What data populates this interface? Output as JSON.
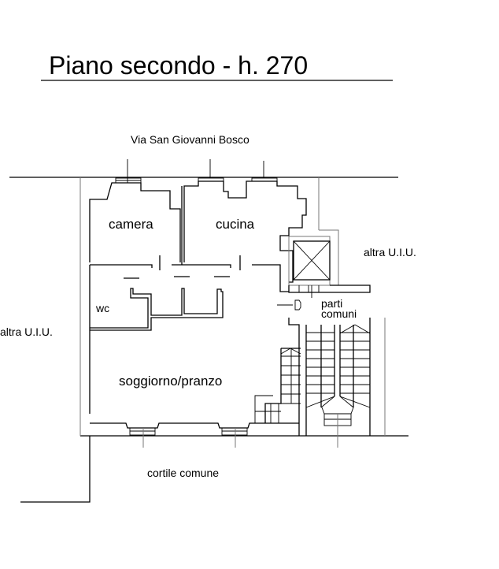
{
  "title": "Piano secondo - h. 270",
  "labels": {
    "street": "Via San Giovanni Bosco",
    "courtyard": "cortile comune",
    "neighbor_right": "altra U.I.U.",
    "neighbor_left": "altra U.I.U.",
    "common_line1": "parti",
    "common_line2": "comuni"
  },
  "rooms": [
    {
      "id": "camera",
      "label": "camera"
    },
    {
      "id": "cucina",
      "label": "cucina"
    },
    {
      "id": "wc",
      "label": "wc"
    },
    {
      "id": "soggiorno",
      "label": "soggiorno/pranzo"
    }
  ],
  "colors": {
    "line": "#000000",
    "secondary_line": "#777777",
    "background": "#ffffff"
  }
}
